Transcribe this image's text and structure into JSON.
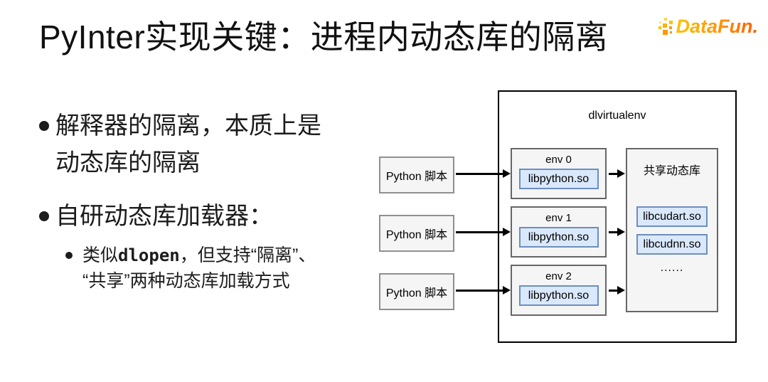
{
  "header": {
    "title": "PyInter实现关键：进程内动态库的隔离",
    "logo_text": "DataFun."
  },
  "bullets": {
    "item1_lines": [
      "解释器的隔离，本质上是",
      "动态库的隔离"
    ],
    "item2": "自研动态库加载器：",
    "sub": {
      "line1_pre": "类似",
      "line1_code": "dlopen",
      "line1_post": "，但支持“隔离”、",
      "line2": "“共享”两种动态库加载方式"
    }
  },
  "diagram": {
    "container_label": "dlvirtualenv",
    "scripts": [
      {
        "label": "Python 脚本"
      },
      {
        "label": "Python 脚本"
      },
      {
        "label": "Python 脚本"
      }
    ],
    "envs": [
      {
        "label": "env 0",
        "lib": "libpython.so"
      },
      {
        "label": "env 1",
        "lib": "libpython.so"
      },
      {
        "label": "env 2",
        "lib": "libpython.so"
      }
    ],
    "shared": {
      "label": "共享动态库",
      "libs": [
        "libcudart.so",
        "libcudnn.so"
      ],
      "ellipsis": "......"
    }
  },
  "colors": {
    "title_text": "#111111",
    "body_text": "#1c1c1c",
    "lib_chip_fill": "#dae8fc",
    "lib_chip_border": "#6c8ebf",
    "gray_box_fill": "#f5f5f5",
    "gray_box_border": "#666666",
    "script_box_border": "#8f8f8f",
    "outer_box_border": "#000000",
    "logo_orange_start": "#ffc200",
    "logo_orange_end": "#ff5a00"
  }
}
